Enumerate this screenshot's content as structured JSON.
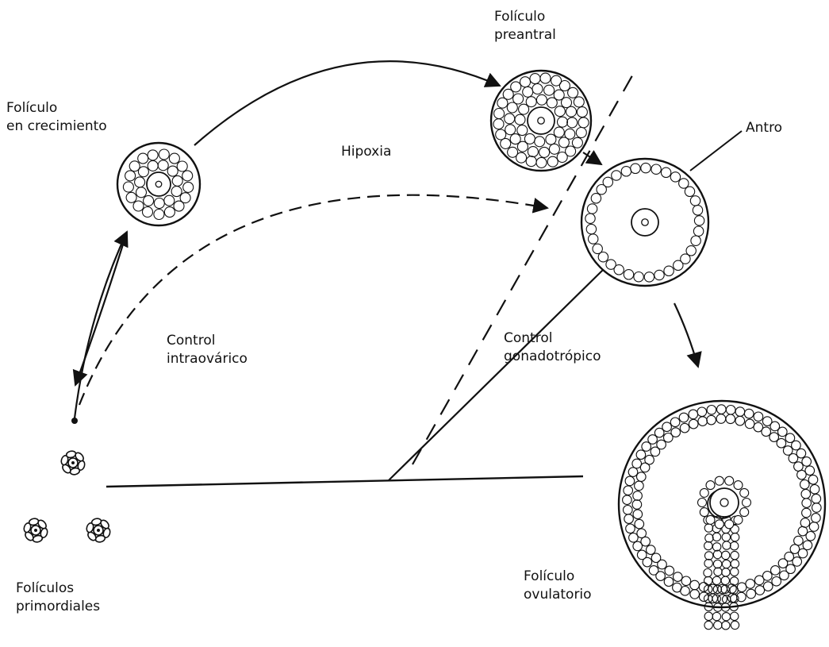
{
  "labels": {
    "preantral": [
      "Folículo",
      "preantral"
    ],
    "crecimiento": [
      "Folículo",
      "en crecimiento"
    ],
    "antro": "Antro",
    "hipoxia": "Hipoxia",
    "intraovarico": [
      "Control",
      "intraovárico"
    ],
    "gonadotropico": [
      "Control",
      "gonadotrópico"
    ],
    "ovulatorio": [
      "Folículo",
      "ovulatorio"
    ],
    "primordiales": [
      "Folículos",
      "primordiales"
    ]
  },
  "colors": {
    "ink": "#111111",
    "background": "#ffffff"
  }
}
